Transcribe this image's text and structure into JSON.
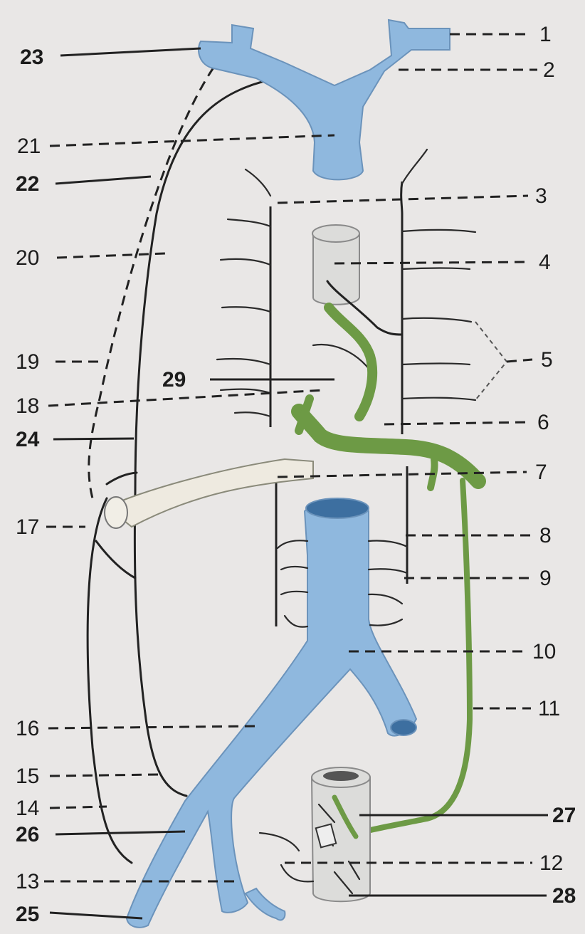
{
  "figure": {
    "labels": {
      "l1": "1",
      "l2": "2",
      "l3": "3",
      "l4": "4",
      "l5": "5",
      "l6": "6",
      "l7": "7",
      "l8": "8",
      "l9": "9",
      "l10": "10",
      "l11": "11",
      "l12": "12",
      "l13": "13",
      "l14": "14",
      "l15": "15",
      "l16": "16",
      "l17": "17",
      "l18": "18",
      "l19": "19",
      "l20": "20",
      "l21": "21",
      "l22": "22",
      "l23": "23",
      "l24": "24",
      "l25": "25",
      "l26": "26",
      "l27": "27",
      "l28": "28",
      "l29": "29"
    },
    "colors": {
      "vein": "#8fb8de",
      "lymph": "#6d9a45",
      "background": "#e9e7e6"
    }
  }
}
